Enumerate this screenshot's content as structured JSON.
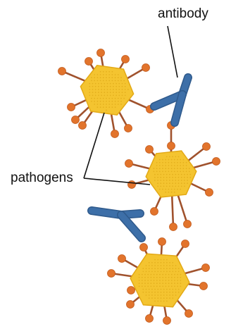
{
  "labels": {
    "antibody": "antibody",
    "pathogens": "pathogens"
  },
  "colors": {
    "pathogen_fill": "#f4c430",
    "pathogen_edge": "#e3a915",
    "pathogen_dots": "#d8a010",
    "spike_stalk": "#a0522d",
    "spike_tip": "#e2742c",
    "antibody": "#3d6fa8",
    "leader_line": "#111111"
  },
  "diagram": {
    "pathogens": [
      {
        "name": "pathogen-top",
        "spikes": 11
      },
      {
        "name": "pathogen-middle",
        "spikes": 11
      },
      {
        "name": "pathogen-bottom",
        "spikes": 12
      }
    ],
    "antibodies": [
      {
        "name": "antibody-upper"
      },
      {
        "name": "antibody-lower"
      }
    ]
  }
}
